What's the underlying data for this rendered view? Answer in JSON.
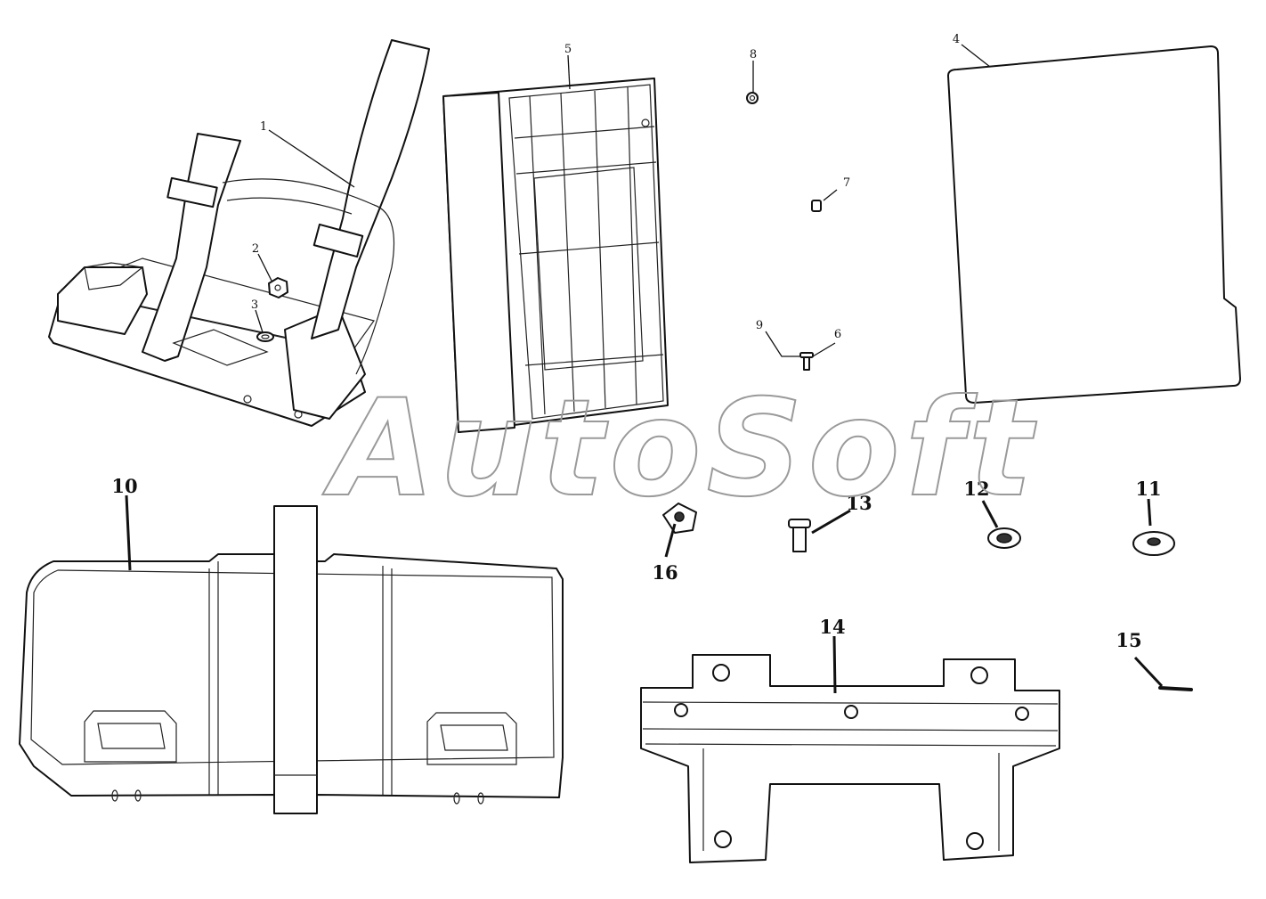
{
  "watermark": "AutoSoft",
  "callouts": [
    {
      "id": "1",
      "size": "small"
    },
    {
      "id": "2",
      "size": "small"
    },
    {
      "id": "3",
      "size": "small"
    },
    {
      "id": "4",
      "size": "small"
    },
    {
      "id": "5",
      "size": "small"
    },
    {
      "id": "6",
      "size": "small"
    },
    {
      "id": "7",
      "size": "small"
    },
    {
      "id": "8",
      "size": "small"
    },
    {
      "id": "9",
      "size": "small"
    },
    {
      "id": "10",
      "size": "big"
    },
    {
      "id": "11",
      "size": "big"
    },
    {
      "id": "12",
      "size": "big"
    },
    {
      "id": "13",
      "size": "big"
    },
    {
      "id": "14",
      "size": "big"
    },
    {
      "id": "15",
      "size": "big"
    },
    {
      "id": "16",
      "size": "big"
    }
  ]
}
